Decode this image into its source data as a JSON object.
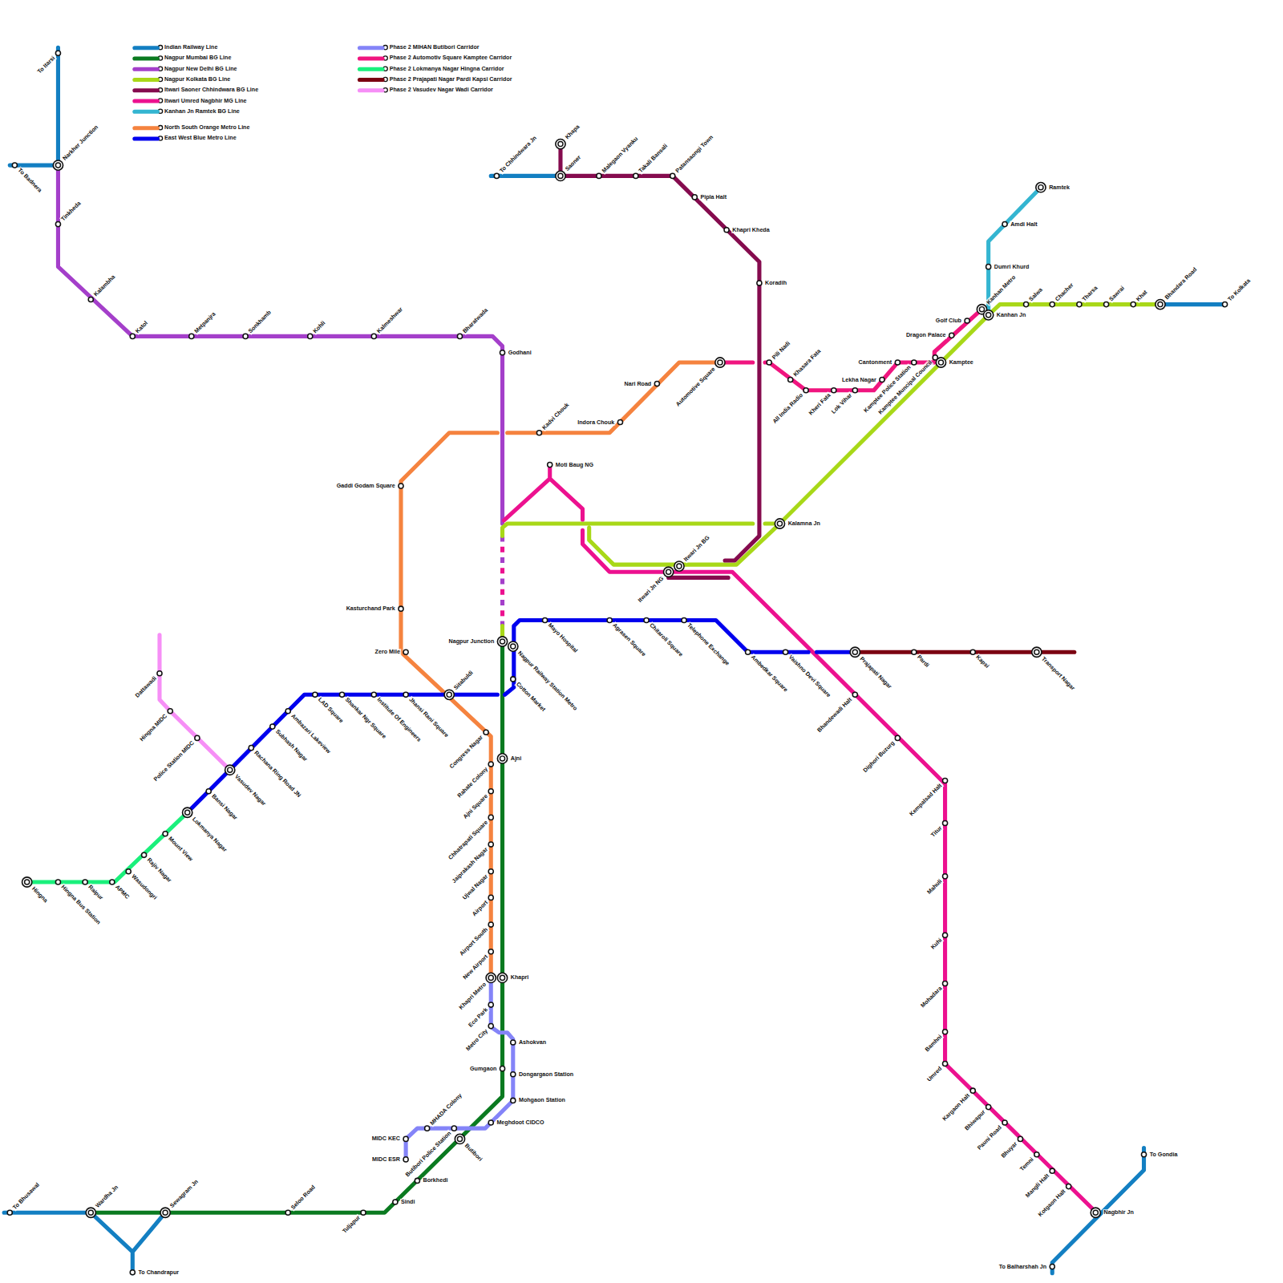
{
  "diagram": {
    "labels": [
      "To Itarsi",
      "Narkher Junction",
      "To Badnera",
      "Tinkheda",
      "Kalambha",
      "Katol",
      "Metpanjra",
      "Sonkhamb",
      "Kohli",
      "Kalmeshwar",
      "Bharatwada",
      "Godhani",
      "To Chhindwara Jn",
      "Khapa",
      "Saoner",
      "Malegaon Vyanku",
      "Takali Bansali",
      "Patansaongi Town",
      "Pipla Halt",
      "Khapri Kheda",
      "Koradih",
      "Kalamna Jn",
      "Automotive Square",
      "Nari Road",
      "Indora Chouk",
      "Kadvi Chouk",
      "Gaddi Godam Square",
      "Kasturchand Park",
      "Zero Mile",
      "Sitabuldi",
      "Congress Nagar",
      "Rahate Colony",
      "Ajni Square",
      "Chhatrapati Square",
      "Jaiprakash Nagar",
      "Ujwal Nagar",
      "Airport",
      "Airport South",
      "New Airport",
      "Khapri Metro",
      "Khapri",
      "Eco Park",
      "Metro City",
      "Ajni",
      "Nagpur Junction",
      "Nagpur Railway Station Metro",
      "Cotton Market",
      "Mayo Hospital",
      "Agrasen Square",
      "Chitaroli Square",
      "Telephone Exchange",
      "Ambedkar Square",
      "Vaishno Devi Square",
      "Prajapati Nagar",
      "Pardi",
      "Kapsi",
      "Transport Nagar",
      "Jhansi Rani Square",
      "Institute Of Engineers",
      "Shankar Ngr Square",
      "LAD Square",
      "Ambazari Lakeview",
      "Subhash Nagar",
      "Rachana Ring Road JN",
      "Vasudev Nagar",
      "Bansi Nagar",
      "Lokmanya Nagar",
      "Mount View",
      "Rajiv Nagar",
      "Wasudongri",
      "APMC",
      "Raipur",
      "Hingna Bus Station",
      "Hingna",
      "Dattawadi",
      "Hingna MIDC",
      "Police Station MIDC",
      "Moti Baug NG",
      "Itwari Jn NG",
      "Itwari Jn BG",
      "Bhandewadi Halt",
      "Dighori Buzurg",
      "Kempalsad Halt",
      "Titur",
      "Mahuli",
      "Kuhi",
      "Mohadara",
      "Bamhni",
      "Umred",
      "Kargaon Halt",
      "Bhiwapur",
      "Pauni Road",
      "Bhuyar",
      "Temni",
      "Mangli Halt",
      "Kotgaon Halt",
      "Nagbhir Jn",
      "To Gondia",
      "To Balharshah Jn",
      "Ashokvan",
      "Dongargaon Station",
      "Mohgaon Station",
      "Gumgaon",
      "Meghdoot CIDCO",
      "Butibori",
      "Butibori Police Station",
      "MHADA Colony",
      "MIDC KEC",
      "MIDC ESR",
      "Borkhedi",
      "Sindi",
      "Tuljapur",
      "Seloo Road",
      "Sewagram Jn",
      "Wardha Jn",
      "To Bhusawal",
      "To Chandrapur",
      "Pili Nadi",
      "Khasara Fata",
      "All India Radio",
      "Kheri Fata",
      "Lok Vihar",
      "Lekha Nagar",
      "Kamptee Police Station",
      "Kamptee Muncipal Council",
      "Cantonment",
      "Kamptee",
      "Dragon Palace",
      "Golf Club",
      "Kanhan Metro",
      "Kanhan Jn",
      "Dumri Khurd",
      "Amdi Halt",
      "Ramtek",
      "Salwa",
      "Chacher",
      "Tharsa",
      "Sawrai",
      "Khat",
      "Bhandara Road",
      "To Kolkata"
    ],
    "legend": [
      {
        "text": "Indian Railway Line",
        "color": "#137fc2"
      },
      {
        "text": "Nagpur Mumbai BG Line",
        "color": "#0a7a20"
      },
      {
        "text": "Nagpur New Delhi BG Line",
        "color": "#a43fca"
      },
      {
        "text": "Nagpur Kolkata BG Line",
        "color": "#a8d818"
      },
      {
        "text": "Itwari Saoner Chhindwara BG Line",
        "color": "#850b4e"
      },
      {
        "text": "Itwari Umred Nagbhir MG Line",
        "color": "#ec118f"
      },
      {
        "text": "Kanhan Jn Ramtek BG Line",
        "color": "#34b5d1"
      },
      {
        "text": "North South Orange Metro Line",
        "color": "#f5833f"
      },
      {
        "text": "East West Blue Metro Line",
        "color": "#0000ee"
      },
      {
        "text": "Phase 2 MIHAN Butibori Carridor",
        "color": "#8484f8"
      },
      {
        "text": "Phase 2 Automotiv Square Kamptee Carridor",
        "color": "#f0157f"
      },
      {
        "text": "Phase 2 Lokmanya Nagar Hingna Carridor",
        "color": "#1af07c"
      },
      {
        "text": "Phase 2 Prajapati Nagar Pardi Kapsi Carridor",
        "color": "#7b0011"
      },
      {
        "text": "Phase 2 Vasudev Nagar Wadi Carridor",
        "color": "#f68ff6"
      }
    ]
  }
}
